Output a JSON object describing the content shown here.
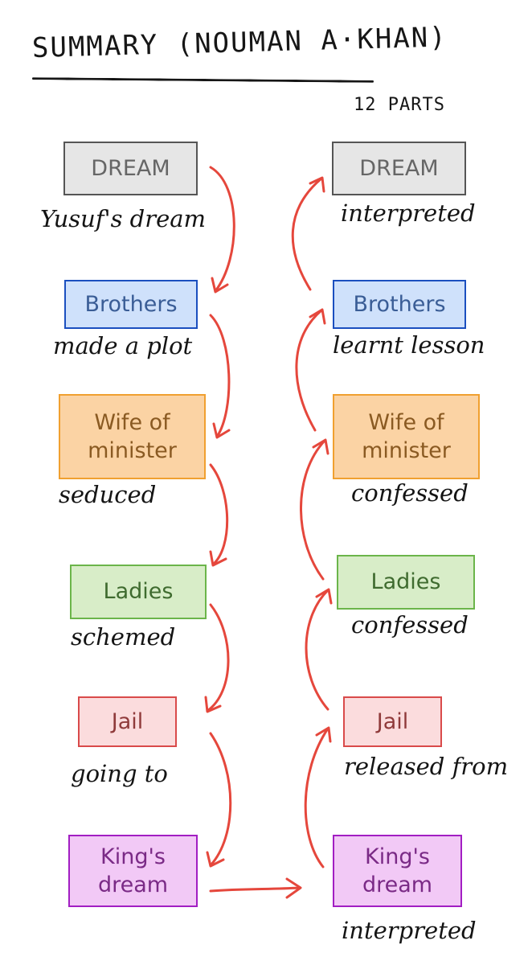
{
  "title": "SUMMARY (NOUMAN A·KHAN)",
  "subtitle": "12 PARTS",
  "colors": {
    "arrow": "#e5473c",
    "dream": {
      "fill": "#e6e6e6",
      "border": "#555555",
      "text": "#666666"
    },
    "brothers": {
      "fill": "#cfe1fb",
      "border": "#1b4fbf",
      "text": "#3a5d96"
    },
    "wife": {
      "fill": "#fbd3a4",
      "border": "#f0a030",
      "text": "#8a5a22"
    },
    "ladies": {
      "fill": "#d8edc8",
      "border": "#6bb54a",
      "text": "#3f6b2f"
    },
    "jail": {
      "fill": "#fbdcdd",
      "border": "#d94a4a",
      "text": "#8f3a3a"
    },
    "king": {
      "fill": "#f2c9f6",
      "border": "#a21ec3",
      "text": "#7a2a86"
    }
  },
  "left": [
    {
      "label": "DREAM",
      "caption": "Yusuf's dream",
      "style": "dream"
    },
    {
      "label": "Brothers",
      "caption": "made a plot",
      "style": "brothers"
    },
    {
      "label": "Wife of minister",
      "caption": "seduced",
      "style": "wife"
    },
    {
      "label": "Ladies",
      "caption": "schemed",
      "style": "ladies"
    },
    {
      "label": "Jail",
      "caption": "going to",
      "style": "jail"
    },
    {
      "label": "King's dream",
      "caption": "",
      "style": "king"
    }
  ],
  "right": [
    {
      "label": "DREAM",
      "caption": "interpreted",
      "style": "dream"
    },
    {
      "label": "Brothers",
      "caption": "learnt lesson",
      "style": "brothers"
    },
    {
      "label": "Wife of minister",
      "caption": "confessed",
      "style": "wife"
    },
    {
      "label": "Ladies",
      "caption": "confessed",
      "style": "ladies"
    },
    {
      "label": "Jail",
      "caption": "released from",
      "style": "jail"
    },
    {
      "label": "King's dream",
      "caption": "interpreted",
      "style": "king"
    }
  ]
}
